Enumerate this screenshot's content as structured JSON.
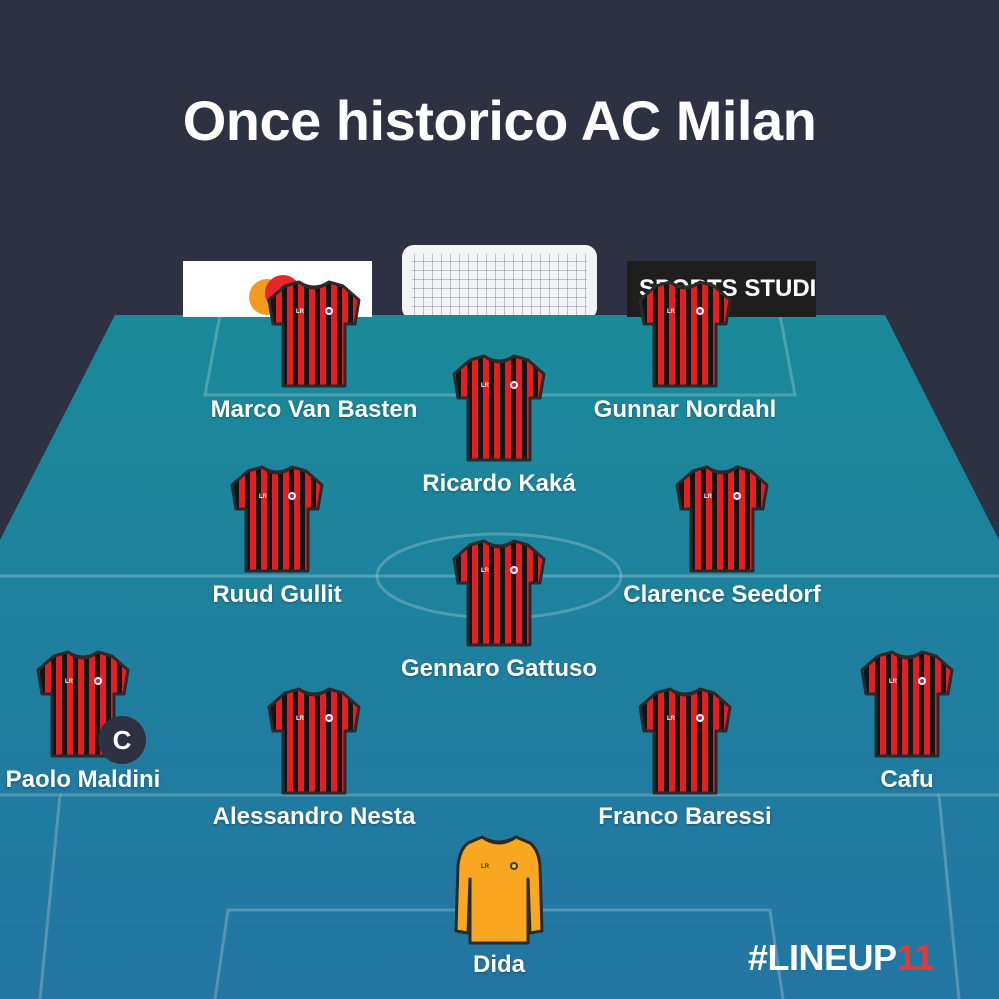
{
  "title": "Once historico AC Milan",
  "sponsors": {
    "right_text": "SPORTS STUDIO"
  },
  "badge": {
    "hashtag": "#LINEUP",
    "number": "11"
  },
  "colors": {
    "background": "#2e3142",
    "pitch_top": "#1a8a9a",
    "pitch_bottom": "#2375a2",
    "shirt_stripe_red": "#e41e22",
    "shirt_stripe_black": "#141414",
    "goalkeeper_shirt": "#f9a620",
    "accent": "#e53935"
  },
  "formation": {
    "goalkeeper": {
      "name": "Dida",
      "kit": "goalkeeper"
    },
    "defenders": [
      {
        "name": "Paolo Maldini",
        "captain": true,
        "captain_label": "C"
      },
      {
        "name": "Alessandro Nesta"
      },
      {
        "name": "Franco Baressi"
      },
      {
        "name": "Cafu"
      }
    ],
    "midfielders": [
      {
        "name": "Ruud Gullit"
      },
      {
        "name": "Gennaro Gattuso"
      },
      {
        "name": "Clarence Seedorf"
      },
      {
        "name": "Ricardo Kaká"
      }
    ],
    "forwards": [
      {
        "name": "Marco Van Basten"
      },
      {
        "name": "Gunnar Nordahl"
      }
    ]
  },
  "shirt_text": "LR"
}
